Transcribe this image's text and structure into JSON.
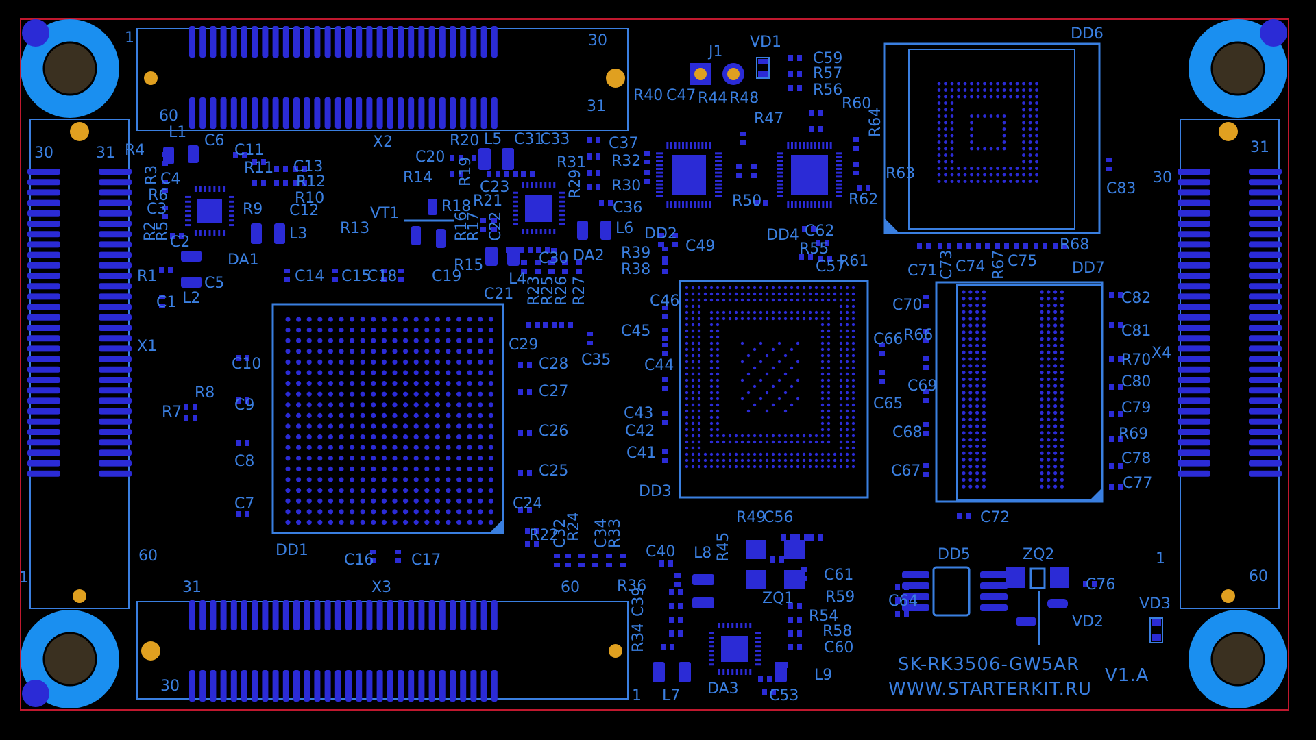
{
  "board": {
    "name": "SK-RK3506-GW5AR",
    "url": "WWW.STARTERKIT.RU",
    "version": "V1.A"
  },
  "colors": {
    "background": "#000000",
    "outline": "#c0182e",
    "copper": "#2b2bd6",
    "silk": "#3a7fe0",
    "hole_ring": "#1a8ff0",
    "drill": "#3a3020",
    "pad_gold": "#e0a020"
  },
  "labels": [
    {
      "id": "J1",
      "text": "J1"
    },
    {
      "id": "VD1",
      "text": "VD1"
    },
    {
      "id": "DD6",
      "text": "DD6"
    },
    {
      "id": "X1",
      "text": "X1"
    },
    {
      "id": "X2",
      "text": "X2"
    },
    {
      "id": "X3",
      "text": "X3"
    },
    {
      "id": "X4",
      "text": "X4"
    },
    {
      "id": "DD1",
      "text": "DD1"
    },
    {
      "id": "DD2",
      "text": "DD2"
    },
    {
      "id": "DD3",
      "text": "DD3"
    },
    {
      "id": "DD4",
      "text": "DD4"
    },
    {
      "id": "DD5",
      "text": "DD5"
    },
    {
      "id": "DD7",
      "text": "DD7"
    },
    {
      "id": "DA1",
      "text": "DA1"
    },
    {
      "id": "DA2",
      "text": "DA2"
    },
    {
      "id": "DA3",
      "text": "DA3"
    },
    {
      "id": "VT1",
      "text": "VT1"
    },
    {
      "id": "ZQ1",
      "text": "ZQ1"
    },
    {
      "id": "ZQ2",
      "text": "ZQ2"
    },
    {
      "id": "VD2",
      "text": "VD2"
    },
    {
      "id": "VD3",
      "text": "VD3"
    },
    {
      "id": "L1",
      "text": "L1"
    },
    {
      "id": "L2",
      "text": "L2"
    },
    {
      "id": "L3",
      "text": "L3"
    },
    {
      "id": "L4",
      "text": "L4"
    },
    {
      "id": "L5",
      "text": "L5"
    },
    {
      "id": "L6",
      "text": "L6"
    },
    {
      "id": "L7",
      "text": "L7"
    },
    {
      "id": "L8",
      "text": "L8"
    },
    {
      "id": "L9",
      "text": "L9"
    },
    {
      "id": "R1",
      "text": "R1"
    },
    {
      "id": "R2",
      "text": "R2"
    },
    {
      "id": "R3",
      "text": "R3"
    },
    {
      "id": "R4",
      "text": "R4"
    },
    {
      "id": "R5",
      "text": "R5"
    },
    {
      "id": "R6",
      "text": "R6"
    },
    {
      "id": "R7",
      "text": "R7"
    },
    {
      "id": "R8",
      "text": "R8"
    },
    {
      "id": "R9",
      "text": "R9"
    },
    {
      "id": "R10",
      "text": "R10"
    },
    {
      "id": "R11",
      "text": "R11"
    },
    {
      "id": "R12",
      "text": "R12"
    },
    {
      "id": "R13",
      "text": "R13"
    },
    {
      "id": "R14",
      "text": "R14"
    },
    {
      "id": "R15",
      "text": "R15"
    },
    {
      "id": "R16",
      "text": "R16"
    },
    {
      "id": "R17",
      "text": "R17"
    },
    {
      "id": "R18",
      "text": "R18"
    },
    {
      "id": "R19",
      "text": "R19"
    },
    {
      "id": "R20",
      "text": "R20"
    },
    {
      "id": "R21",
      "text": "R21"
    },
    {
      "id": "R22",
      "text": "R22"
    },
    {
      "id": "R23",
      "text": "R23"
    },
    {
      "id": "R24",
      "text": "R24"
    },
    {
      "id": "R25",
      "text": "R25"
    },
    {
      "id": "R26",
      "text": "R26"
    },
    {
      "id": "R27",
      "text": "R27"
    },
    {
      "id": "R29",
      "text": "R29"
    },
    {
      "id": "R30",
      "text": "R30"
    },
    {
      "id": "R31",
      "text": "R31"
    },
    {
      "id": "R32",
      "text": "R32"
    },
    {
      "id": "R33",
      "text": "R33"
    },
    {
      "id": "R34",
      "text": "R34"
    },
    {
      "id": "R36",
      "text": "R36"
    },
    {
      "id": "R38",
      "text": "R38"
    },
    {
      "id": "R39",
      "text": "R39"
    },
    {
      "id": "R40",
      "text": "R40"
    },
    {
      "id": "R44",
      "text": "R44"
    },
    {
      "id": "R45",
      "text": "R45"
    },
    {
      "id": "R47",
      "text": "R47"
    },
    {
      "id": "R48",
      "text": "R48"
    },
    {
      "id": "R49",
      "text": "R49"
    },
    {
      "id": "R50",
      "text": "R50"
    },
    {
      "id": "R54",
      "text": "R54"
    },
    {
      "id": "R55",
      "text": "R55"
    },
    {
      "id": "R56",
      "text": "R56"
    },
    {
      "id": "R57",
      "text": "R57"
    },
    {
      "id": "R58",
      "text": "R58"
    },
    {
      "id": "R59",
      "text": "R59"
    },
    {
      "id": "R60",
      "text": "R60"
    },
    {
      "id": "R61",
      "text": "R61"
    },
    {
      "id": "R62",
      "text": "R62"
    },
    {
      "id": "R63",
      "text": "R63"
    },
    {
      "id": "R64",
      "text": "R64"
    },
    {
      "id": "R66",
      "text": "R66"
    },
    {
      "id": "R67",
      "text": "R67"
    },
    {
      "id": "R68",
      "text": "R68"
    },
    {
      "id": "R69",
      "text": "R69"
    },
    {
      "id": "R70",
      "text": "R70"
    },
    {
      "id": "C1",
      "text": "C1"
    },
    {
      "id": "C2",
      "text": "C2"
    },
    {
      "id": "C3",
      "text": "C3"
    },
    {
      "id": "C4",
      "text": "C4"
    },
    {
      "id": "C5",
      "text": "C5"
    },
    {
      "id": "C6",
      "text": "C6"
    },
    {
      "id": "C7",
      "text": "C7"
    },
    {
      "id": "C8",
      "text": "C8"
    },
    {
      "id": "C9",
      "text": "C9"
    },
    {
      "id": "C10",
      "text": "C10"
    },
    {
      "id": "C11",
      "text": "C11"
    },
    {
      "id": "C12",
      "text": "C12"
    },
    {
      "id": "C13",
      "text": "C13"
    },
    {
      "id": "C14",
      "text": "C14"
    },
    {
      "id": "C15",
      "text": "C15"
    },
    {
      "id": "C16",
      "text": "C16"
    },
    {
      "id": "C17",
      "text": "C17"
    },
    {
      "id": "C18",
      "text": "C18"
    },
    {
      "id": "C19",
      "text": "C19"
    },
    {
      "id": "C20",
      "text": "C20"
    },
    {
      "id": "C21",
      "text": "C21"
    },
    {
      "id": "C22",
      "text": "C22"
    },
    {
      "id": "C23",
      "text": "C23"
    },
    {
      "id": "C24",
      "text": "C24"
    },
    {
      "id": "C25",
      "text": "C25"
    },
    {
      "id": "C26",
      "text": "C26"
    },
    {
      "id": "C27",
      "text": "C27"
    },
    {
      "id": "C28",
      "text": "C28"
    },
    {
      "id": "C29",
      "text": "C29"
    },
    {
      "id": "C30",
      "text": "C30"
    },
    {
      "id": "C31",
      "text": "C31"
    },
    {
      "id": "C32",
      "text": "C32"
    },
    {
      "id": "C33",
      "text": "C33"
    },
    {
      "id": "C34",
      "text": "C34"
    },
    {
      "id": "C35",
      "text": "C35"
    },
    {
      "id": "C36",
      "text": "C36"
    },
    {
      "id": "C37",
      "text": "C37"
    },
    {
      "id": "C39",
      "text": "C39"
    },
    {
      "id": "C40",
      "text": "C40"
    },
    {
      "id": "C41",
      "text": "C41"
    },
    {
      "id": "C42",
      "text": "C42"
    },
    {
      "id": "C43",
      "text": "C43"
    },
    {
      "id": "C44",
      "text": "C44"
    },
    {
      "id": "C45",
      "text": "C45"
    },
    {
      "id": "C46",
      "text": "C46"
    },
    {
      "id": "C47",
      "text": "C47"
    },
    {
      "id": "C49",
      "text": "C49"
    },
    {
      "id": "C53",
      "text": "C53"
    },
    {
      "id": "C56",
      "text": "C56"
    },
    {
      "id": "C57",
      "text": "C57"
    },
    {
      "id": "C59",
      "text": "C59"
    },
    {
      "id": "C60",
      "text": "C60"
    },
    {
      "id": "C61",
      "text": "C61"
    },
    {
      "id": "C62",
      "text": "C62"
    },
    {
      "id": "C64",
      "text": "C64"
    },
    {
      "id": "C65",
      "text": "C65"
    },
    {
      "id": "C66",
      "text": "C66"
    },
    {
      "id": "C67",
      "text": "C67"
    },
    {
      "id": "C68",
      "text": "C68"
    },
    {
      "id": "C69",
      "text": "C69"
    },
    {
      "id": "C70",
      "text": "C70"
    },
    {
      "id": "C71",
      "text": "C71"
    },
    {
      "id": "C72",
      "text": "C72"
    },
    {
      "id": "C73",
      "text": "C73"
    },
    {
      "id": "C74",
      "text": "C74"
    },
    {
      "id": "C75",
      "text": "C75"
    },
    {
      "id": "C76",
      "text": "C76"
    },
    {
      "id": "C77",
      "text": "C77"
    },
    {
      "id": "C78",
      "text": "C78"
    },
    {
      "id": "C79",
      "text": "C79"
    },
    {
      "id": "C80",
      "text": "C80"
    },
    {
      "id": "C81",
      "text": "C81"
    },
    {
      "id": "C82",
      "text": "C82"
    },
    {
      "id": "C83",
      "text": "C83"
    }
  ],
  "pin_numbers": {
    "x1_top_left": "30",
    "x1_top_right": "31",
    "x1_bottom_left": "1",
    "x1_bottom_right": "60",
    "x2_top_left": "1",
    "x2_top_right": "30",
    "x2_bottom_left": "60",
    "x2_bottom_right": "31",
    "x3_top_left": "31",
    "x3_top_right": "60",
    "x3_bottom_left": "30",
    "x3_bottom_right": "1",
    "x4_top_left": "30",
    "x4_top_right": "31",
    "x4_bottom_left": "1",
    "x4_bottom_right": "60"
  }
}
